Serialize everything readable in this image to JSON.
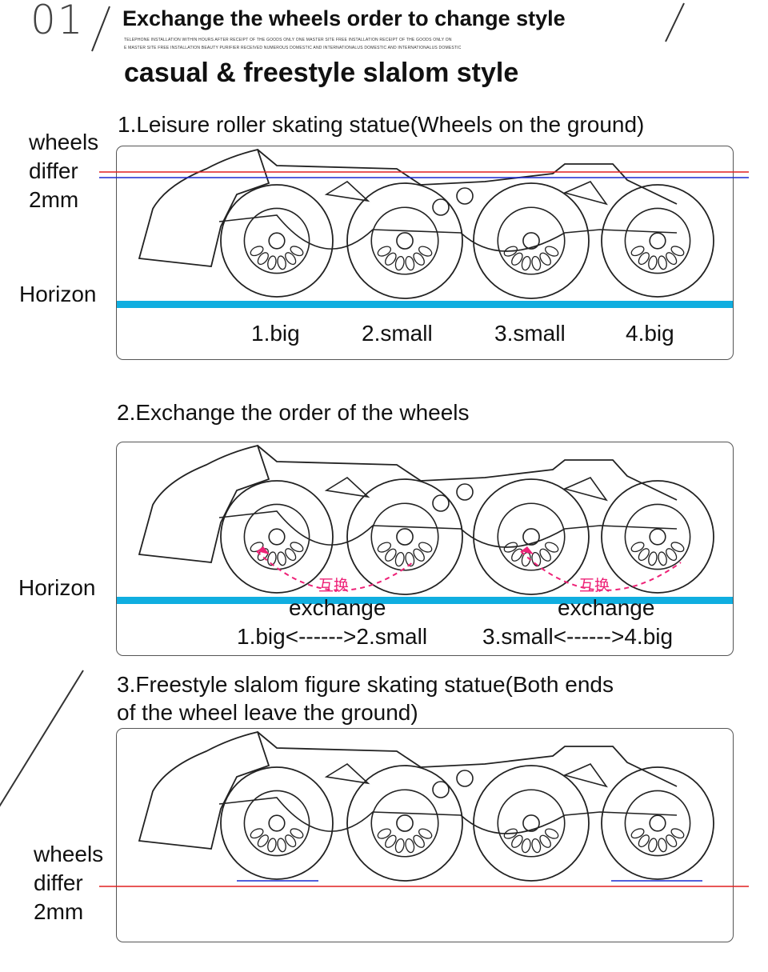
{
  "header": {
    "number": "01",
    "title": "Exchange the wheels order to change style",
    "fine_print_line1": "TELEPHONE INSTALLATION WITHIN HOURS AFTER RECEIPT OF THE GOODS ONLY ONE MASTER SITE FREE INSTALLATION RECEIPT OF THE GOODS ONLY ON",
    "fine_print_line2": "E MASTER SITE FREE INSTALLATION BEAUTY PURIFIER RECEIVED NUMEROUS DOMESTIC AND INTERNATIONALUS DOMESTIC AND INTERNATIONALUS DOMESTIC",
    "subtitle": "casual & freestyle slalom style"
  },
  "section1": {
    "title": "1.Leisure roller skating statue(Wheels on the ground)",
    "side_label_lines": [
      "wheels",
      "differ",
      "2mm"
    ],
    "horizon_label": "Horizon",
    "wheel_labels": [
      "1.big",
      "2.small",
      "3.small",
      "4.big"
    ]
  },
  "section2": {
    "title": "2.Exchange the order of the wheels",
    "horizon_label": "Horizon",
    "chinese_tag": "互换",
    "exchange_word": "exchange",
    "pair_left": "1.big<------>2.small",
    "pair_right": "3.small<------>4.big"
  },
  "section3": {
    "title_line1": "3.Freestyle slalom figure skating statue(Both ends",
    "title_line2": "of the wheel leave the ground)",
    "side_label_lines": [
      "wheels",
      "differ",
      "2mm"
    ]
  },
  "colors": {
    "horizon": "#10aee0",
    "red_line": "#e02020",
    "blue_line": "#1a2ad0",
    "exchange_arrow": "#ee2277",
    "outline": "#222222"
  }
}
